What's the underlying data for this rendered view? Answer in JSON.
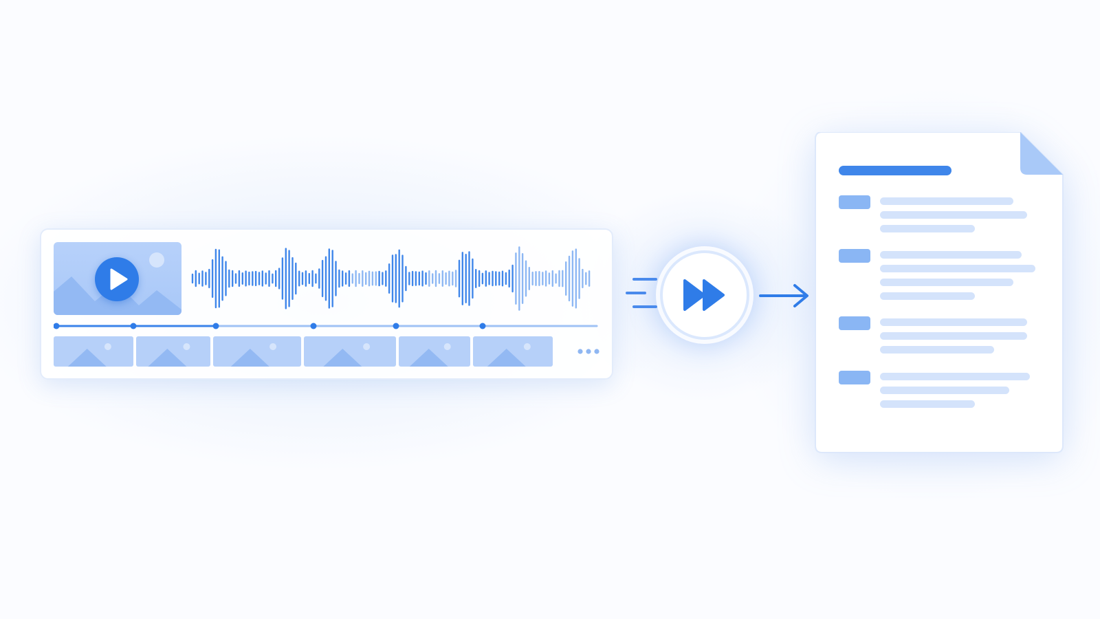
{
  "diagram": {
    "stages": [
      "video-audio-input",
      "fast-forward-processing",
      "text-document-output"
    ]
  },
  "media_panel": {
    "thumbnail_icon": "play-icon",
    "timeline_markers": 6,
    "filmstrip_frames": 6,
    "more_icon": "more-horizontal-icon"
  },
  "processor": {
    "icon": "fast-forward-icon"
  },
  "document": {
    "icon": "document-icon",
    "sections": 4
  },
  "colors": {
    "accent": "#2f7ce8",
    "accent_light": "#8ab6f4",
    "panel_tint": "#b6d0f9",
    "line_tint": "#d4e3fb",
    "background": "#fbfcff"
  }
}
